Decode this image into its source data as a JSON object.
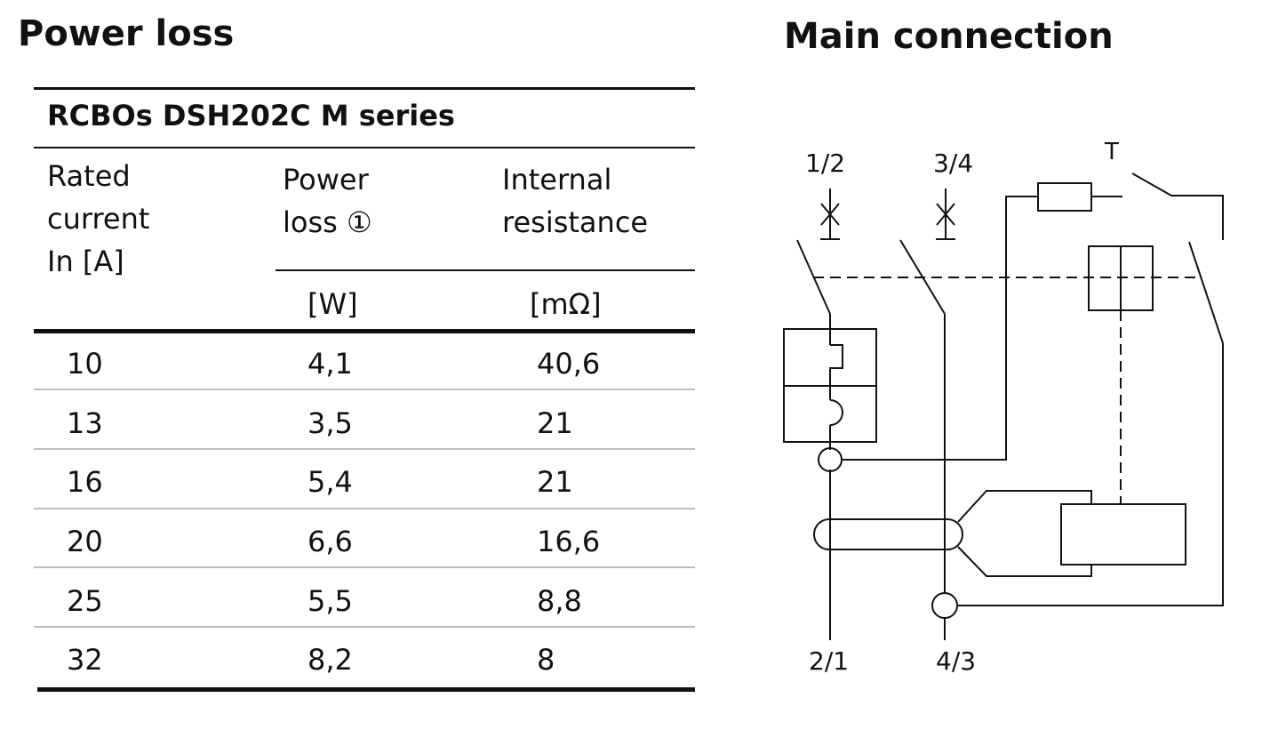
{
  "titles": {
    "left": "Power loss",
    "right": "Main connection"
  },
  "table": {
    "caption": "RCBOs  DSH202C M series",
    "headers": {
      "rated": [
        "Rated",
        "current",
        "In [A]"
      ],
      "power": [
        "Power",
        "loss ①"
      ],
      "internal": [
        "Internal",
        "resistance"
      ],
      "power_unit": "[W]",
      "internal_unit": "[mΩ]"
    },
    "rows": [
      {
        "rated": "10",
        "power": "4,1",
        "internal": "40,6"
      },
      {
        "rated": "13",
        "power": "3,5",
        "internal": "21"
      },
      {
        "rated": "16",
        "power": "5,4",
        "internal": "21"
      },
      {
        "rated": "20",
        "power": "6,6",
        "internal": "16,6"
      },
      {
        "rated": "25",
        "power": "5,5",
        "internal": "8,8"
      },
      {
        "rated": "32",
        "power": "8,2",
        "internal": "8"
      }
    ]
  },
  "diagram": {
    "terminal_top_1": "1/2",
    "terminal_top_2": "3/4",
    "test_label": "T",
    "terminal_bottom_1": "2/1",
    "terminal_bottom_2": "4/3"
  }
}
